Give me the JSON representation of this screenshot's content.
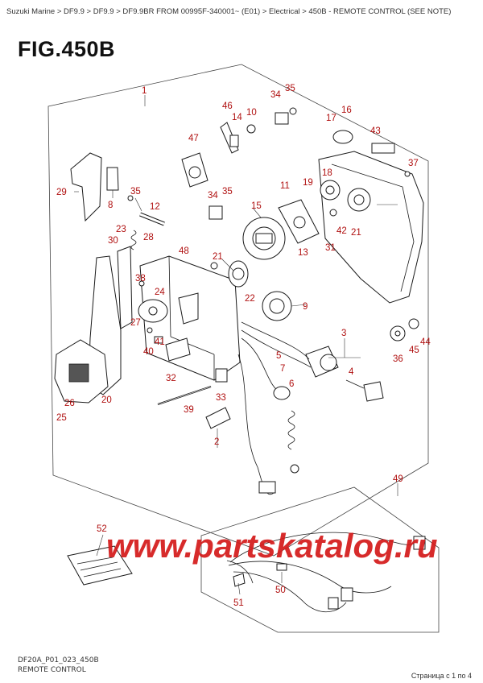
{
  "breadcrumb": {
    "text": "Suzuki Marine > DF9.9 > DF9.9 > DF9.9BR FROM 00995F-340001~ (E01) > Electrical > 450B - REMOTE CONTROL (SEE NOTE)"
  },
  "figure": {
    "title": "FIG.450B",
    "code": "DF20A_P01_023_450B",
    "caption": "REMOTE CONTROL"
  },
  "watermark": "www.partskatalog.ru",
  "page_info": "Страница с 1 по 4",
  "callouts": [
    "1",
    "2",
    "3",
    "4",
    "5",
    "6",
    "7",
    "8",
    "9",
    "10",
    "11",
    "12",
    "13",
    "14",
    "15",
    "16",
    "17",
    "18",
    "19",
    "20",
    "21",
    "21",
    "22",
    "23",
    "24",
    "25",
    "26",
    "27",
    "28",
    "29",
    "30",
    "31",
    "32",
    "33",
    "34",
    "34",
    "35",
    "35",
    "35",
    "36",
    "37",
    "38",
    "39",
    "40",
    "41",
    "42",
    "43",
    "44",
    "45",
    "46",
    "47",
    "48",
    "49",
    "50",
    "51",
    "52"
  ]
}
